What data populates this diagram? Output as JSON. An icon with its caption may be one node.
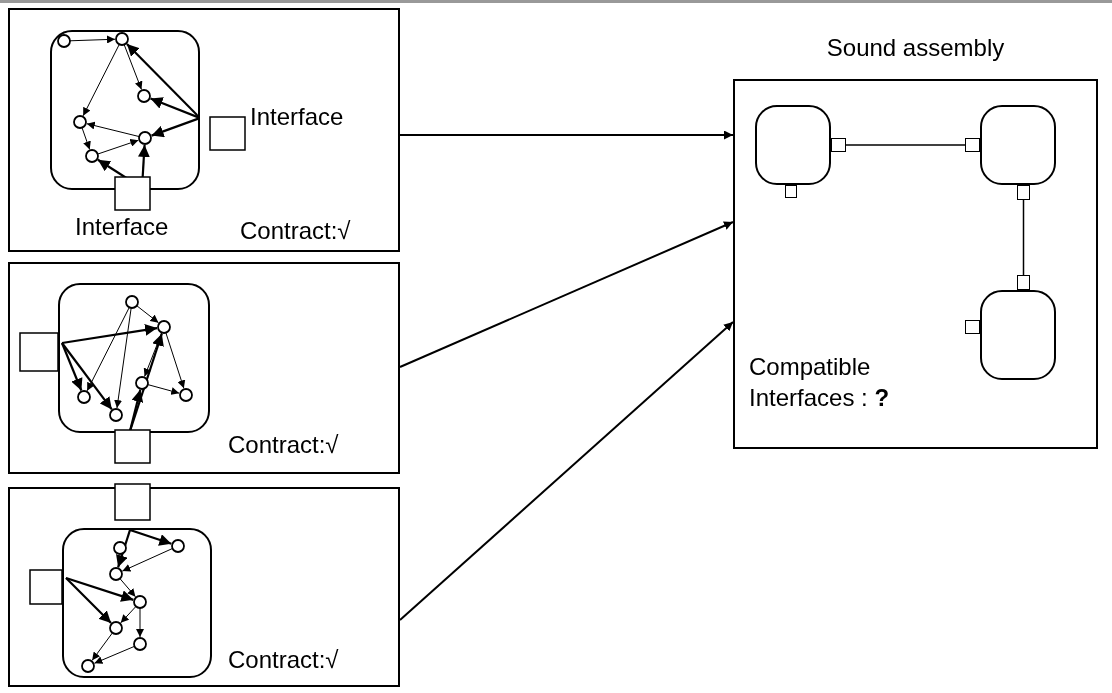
{
  "diagram": {
    "nodes": [
      {
        "text": [
          "Contract:√"
        ]
      },
      {
        "text": [],
        "shape": "box",
        "in": 0
      },
      {
        "text": [
          "Contract:√"
        ]
      },
      {
        "text": [],
        "shape": "box",
        "in": 2
      },
      {
        "text": [
          "Contract:√"
        ]
      },
      {
        "text": [],
        "shape": "box",
        "in": 4
      },
      {
        "text": [
          "Sound assembly",
          "Compatible Interfaces : **?**"
        ]
      },
      {
        "text": [],
        "shape": "box",
        "in": 6
      },
      {
        "text": [],
        "shape": "box",
        "in": 6
      },
      {
        "text": [],
        "shape": "box",
        "in": 6
      },
      {
        "text": [],
        "shape": "box",
        "in": 6
      },
      {
        "text": [],
        "shape": "box",
        "in": 6
      },
      {
        "text": [],
        "shape": "box",
        "in": 6
      },
      {
        "text": [],
        "shape": "box",
        "in": 6
      },
      {
        "text": [],
        "shape": "box",
        "in": 6
      },
      {
        "text": [],
        "shape": "box",
        "in": 6
      }
    ],
    "edges": [
      {
        "from": 0,
        "to": 6,
        "arrow": "to"
      },
      {
        "from": 2,
        "to": 6,
        "arrow": "to"
      },
      {
        "from": 4,
        "to": 6,
        "arrow": "to"
      },
      {
        "from": 10,
        "to": 12,
        "arrow": "none"
      },
      {
        "from": 13,
        "to": 14,
        "arrow": "none"
      }
    ],
    "labels": [
      "Interface",
      "Interface"
    ]
  }
}
